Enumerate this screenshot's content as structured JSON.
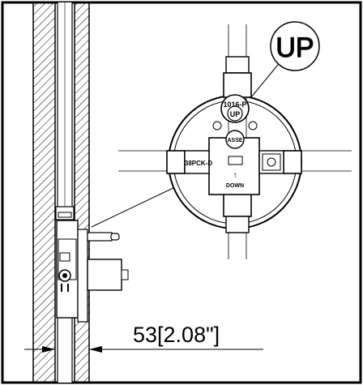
{
  "detail": {
    "up_badge": "UP",
    "part_label": "1016-P",
    "valve_up_label": "UP",
    "assembly_label": "ASSE",
    "cartridge_label": "38PCK-D",
    "down_label": "DOWN",
    "arrow_label": "↑"
  },
  "dimension": {
    "label": "53[2.08\"]"
  }
}
